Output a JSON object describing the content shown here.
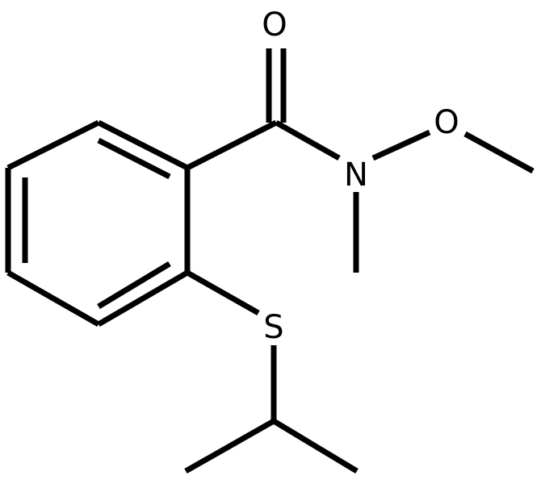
{
  "colors": {
    "bond": "#000000",
    "label": "#000000",
    "background": "#ffffff"
  },
  "atoms": {
    "oxygen_carbonyl": "O",
    "nitrogen": "N",
    "oxygen_methoxy": "O",
    "sulfur": "S"
  }
}
